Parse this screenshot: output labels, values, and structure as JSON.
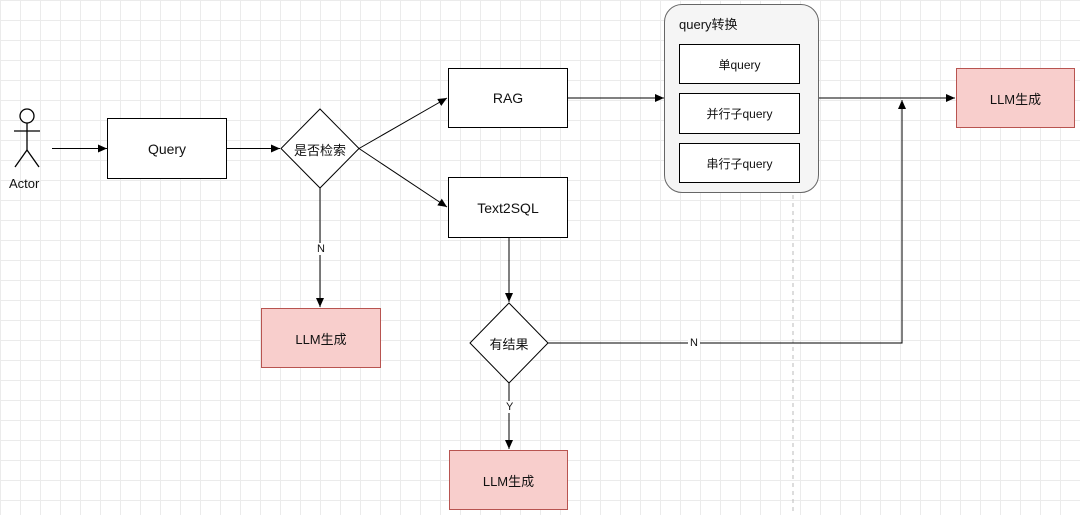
{
  "actor": {
    "label": "Actor"
  },
  "nodes": {
    "query": "Query",
    "retrieve_decision": "是否检索",
    "rag": "RAG",
    "text2sql": "Text2SQL",
    "has_result_decision": "有结果",
    "llm_left": "LLM生成",
    "llm_bottom": "LLM生成",
    "llm_right": "LLM生成"
  },
  "query_transform_group": {
    "title": "query转换",
    "items": [
      "单query",
      "并行子query",
      "串行子query"
    ]
  },
  "edge_labels": {
    "retrieve_no": "N",
    "result_no": "N",
    "result_yes": "Y"
  },
  "colors": {
    "llm_fill": "#f8cecc",
    "llm_stroke": "#b85450",
    "group_fill": "#f5f5f5",
    "group_stroke": "#666666"
  }
}
